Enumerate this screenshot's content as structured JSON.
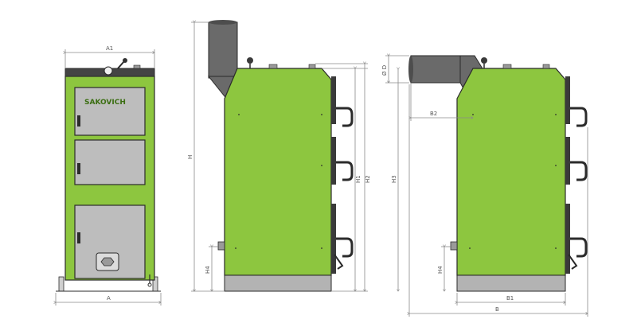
{
  "brand": {
    "logo_text": "SAKOVICH"
  },
  "colors": {
    "body_green": "#8dc63f",
    "body_green_dark": "#6ea52c",
    "panel_gray": "#c9c9c9",
    "door_gray": "#bdbdbd",
    "base_gray": "#b3b3b3",
    "chimney": "#6a6a6a",
    "chimney_dark": "#4d4d4d",
    "dark": "#2b2b2b",
    "dim_line": "#8a8a8a"
  },
  "dimensions": {
    "front": {
      "width": "A",
      "width_inner": "A1"
    },
    "side": {
      "height": "H",
      "height1": "H1",
      "height2": "H2",
      "height4": "H4"
    },
    "side_right": {
      "height3": "H3",
      "diameter": "Ø D",
      "offset": "B2",
      "depth": "B",
      "depth1": "B1",
      "height4": "H4"
    }
  }
}
